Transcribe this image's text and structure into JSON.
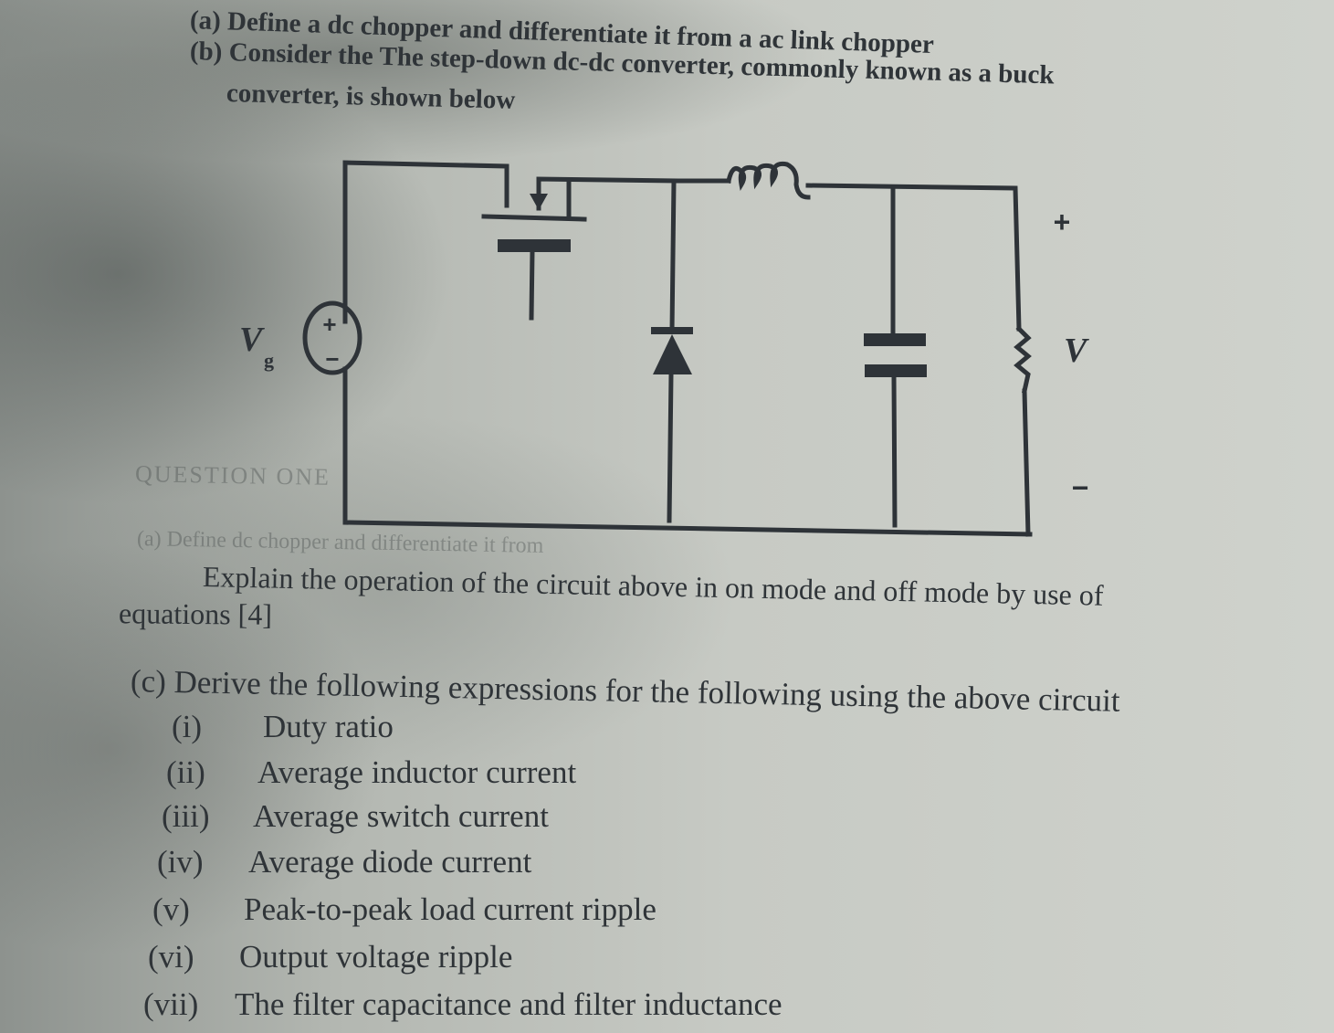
{
  "question": {
    "part_a": "(a) Define a dc chopper and differentiate it from a ac link chopper",
    "part_b_line1": "(b) Consider the The step-down dc-dc converter, commonly known as a buck",
    "part_b_line2": "converter, is shown below",
    "explain_line1": "Explain the operation of the circuit above in on mode and off mode by use of",
    "explain_line2": "equations [4]",
    "part_c": "(c) Derive the following expressions for the following using the above circuit",
    "items": [
      {
        "num": "(i)",
        "label": "Duty ratio"
      },
      {
        "num": "(ii)",
        "label": "Average inductor current"
      },
      {
        "num": "(iii)",
        "label": "Average switch current"
      },
      {
        "num": "(iv)",
        "label": "Average diode current"
      },
      {
        "num": "(v)",
        "label": "Peak-to-peak load current ripple"
      },
      {
        "num": "(vi)",
        "label": "Output voltage ripple"
      },
      {
        "num": "(vii)",
        "label": "The filter capacitance and filter inductance"
      }
    ]
  },
  "ghost_text": {
    "bleed_heading": "QUESTION ONE",
    "bleed_line": "(a) Define dc chopper and differentiate it from"
  },
  "circuit": {
    "source_label": "V",
    "source_subscript": "g",
    "source_plus": "+",
    "source_minus": "−",
    "output_label": "V",
    "output_plus": "+",
    "output_minus": "−",
    "ink_color": "#2e3338"
  }
}
